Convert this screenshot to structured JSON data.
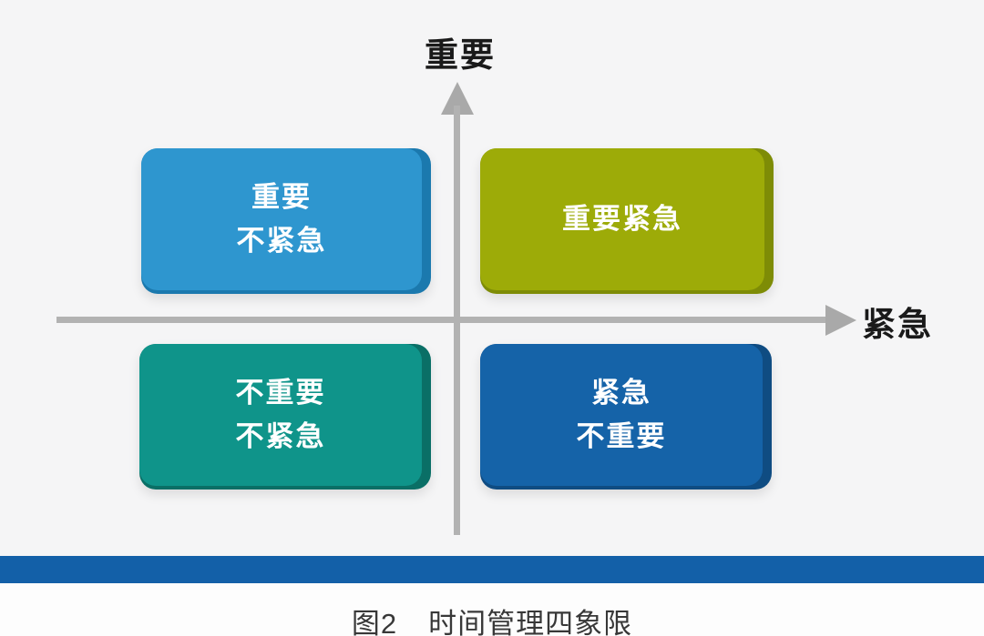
{
  "figure": {
    "caption_number": "图2",
    "caption_title": "时间管理四象限"
  },
  "axes": {
    "y_label": "重要",
    "x_label": "紧急",
    "line_color": "#b2b2b2"
  },
  "quadrants": [
    {
      "id": "important-not-urgent",
      "lines": [
        "重要",
        "不紧急"
      ],
      "color": "#2e96cf",
      "edge_color": "#1b79ae"
    },
    {
      "id": "important-urgent",
      "lines": [
        "重要紧急"
      ],
      "color": "#9dab08",
      "edge_color": "#7e8c06"
    },
    {
      "id": "not-important-not-urgent",
      "lines": [
        "不重要",
        "不紧急"
      ],
      "color": "#0f948a",
      "edge_color": "#0a6f66"
    },
    {
      "id": "urgent-not-important",
      "lines": [
        "紧急",
        "不重要"
      ],
      "color": "#1563a8",
      "edge_color": "#0f4c82"
    }
  ],
  "divider": {
    "color": "#1360a8"
  }
}
